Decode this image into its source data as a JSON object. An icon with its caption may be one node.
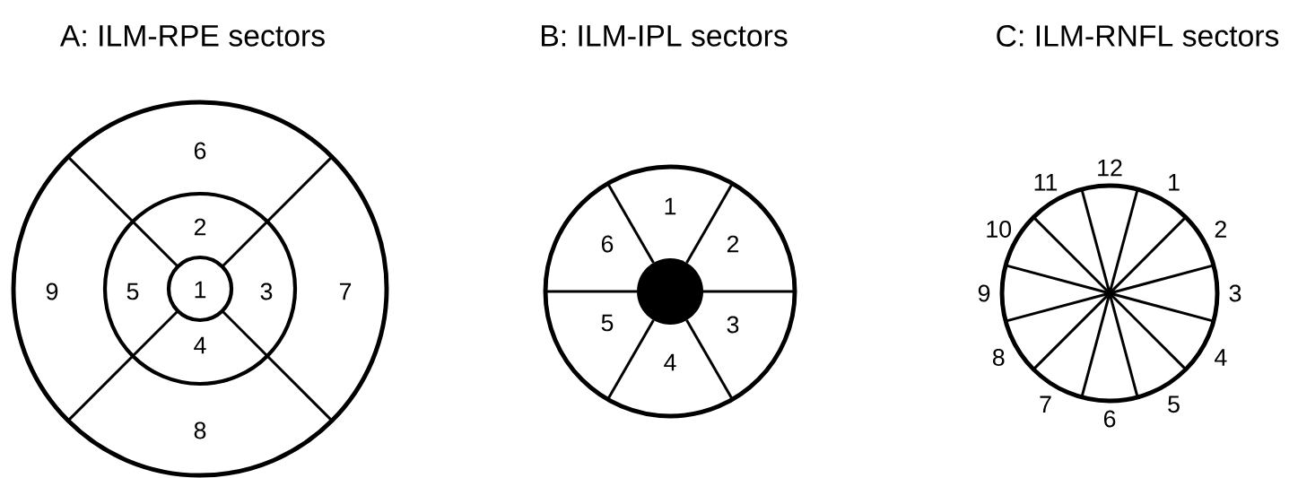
{
  "diagram": {
    "labels": [
      "A: ILM-RPE sectors",
      "B: ILM-IPL sectors",
      "C: ILM-RNFL sectors",
      "6",
      "2",
      "9",
      "5",
      "1",
      "3",
      "7",
      "4",
      "8",
      "1",
      "6",
      "2",
      "5",
      "3",
      "4",
      "12",
      "1",
      "2",
      "3",
      "4",
      "5",
      "6",
      "7",
      "8",
      "9",
      "10",
      "11"
    ]
  }
}
